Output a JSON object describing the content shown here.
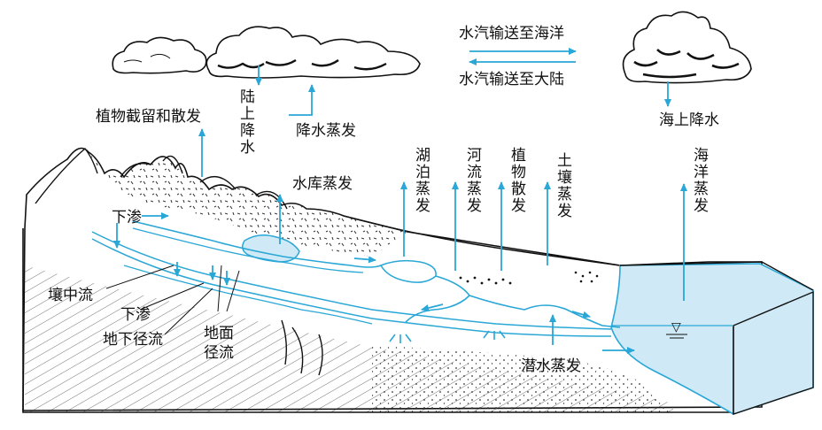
{
  "labels": {
    "vapor_to_ocean": "水汽输送至海洋",
    "vapor_to_land": "水汽输送至大陆",
    "land_precip": "陆上降水",
    "plant_interception": "植物截留和散发",
    "precip_evap": "降水蒸发",
    "ocean_precip": "海上降水",
    "reservoir_evap": "水库蒸发",
    "lake_evap": "湖泊蒸发",
    "river_evap": "河流蒸发",
    "plant_transp": "植物散发",
    "soil_evap": "土壤蒸发",
    "ocean_evap": "海洋蒸发",
    "infiltration_top": "下渗",
    "interflow": "壤中流",
    "infiltration_low": "下渗",
    "groundwater_runoff": "地下径流",
    "surface_runoff": "地面径流",
    "phreatic_evap": "潜水蒸发",
    "water_table_symbol": "▽"
  },
  "colors": {
    "water": "#2aa7d6",
    "water_fill": "#cfeaf6",
    "ink": "#111111"
  }
}
